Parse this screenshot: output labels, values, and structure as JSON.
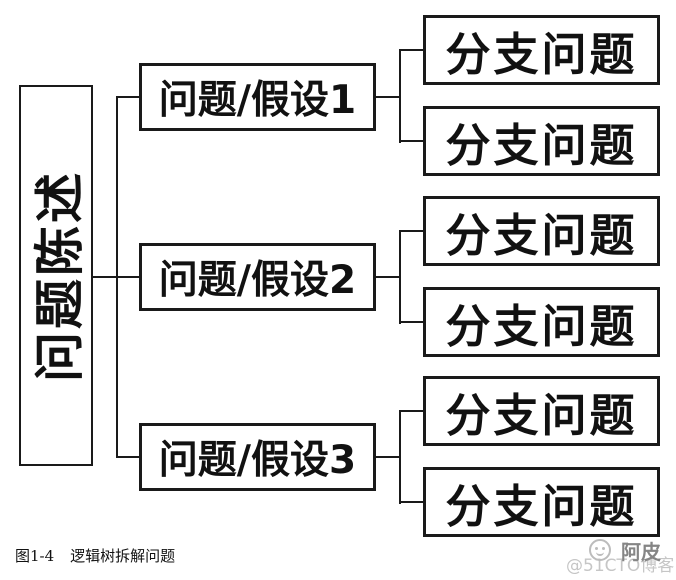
{
  "diagram": {
    "root": {
      "label": "问题陈述"
    },
    "branches": [
      {
        "label": "问题/假设1",
        "children": [
          "分支问题",
          "分支问题"
        ]
      },
      {
        "label": "问题/假设2",
        "children": [
          "分支问题",
          "分支问题"
        ]
      },
      {
        "label": "问题/假设3",
        "children": [
          "分支问题",
          "分支问题"
        ]
      }
    ]
  },
  "caption": {
    "figure_number": "图1-4",
    "title": "逻辑树拆解问题"
  },
  "watermark": {
    "icon": "smiley-avatar-icon",
    "author": "阿皮",
    "site": "@51CTO博客"
  },
  "colors": {
    "background": "#ffffff",
    "box_border": "#1a1a1a",
    "text": "#111111",
    "watermark_author": "#858585",
    "watermark_site": "#c6c6c6"
  }
}
